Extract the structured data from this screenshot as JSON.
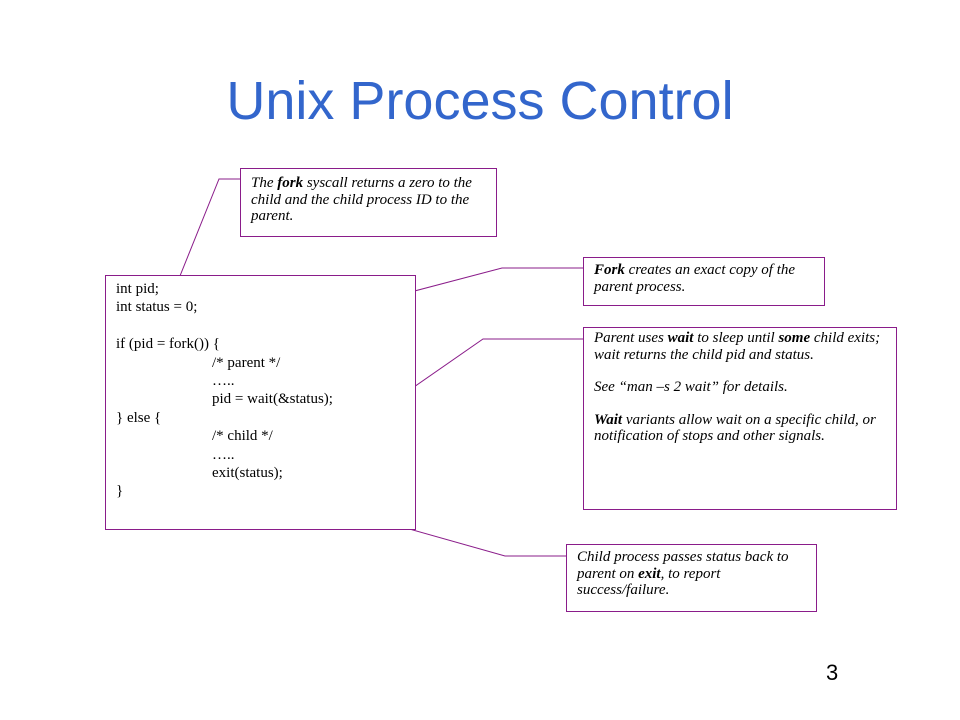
{
  "slide": {
    "title": "Unix Process Control",
    "page_number": "3"
  },
  "code": {
    "lines": [
      "int pid;",
      "int status = 0;",
      "",
      "if (pid = fork()) {",
      "/* parent */",
      "…..",
      "pid = wait(&status);",
      "} else {",
      "/* child */",
      "…..",
      "exit(status);",
      "}"
    ]
  },
  "notes": {
    "fork_return": {
      "pre": "The ",
      "keyword": "fork",
      "post": " syscall returns a zero to the child and the child process ID to the parent."
    },
    "fork_copy": {
      "keyword": "Fork",
      "post": " creates an exact copy of the parent process."
    },
    "wait": {
      "p1_pre": "Parent uses ",
      "p1_kw1": "wait",
      "p1_mid": " to sleep until ",
      "p1_kw2": "some",
      "p1_post": " child exits; wait returns the child pid and status.",
      "p2": "See “man –s 2 wait” for details.",
      "p3_kw": "Wait",
      "p3_post": " variants allow wait on a specific child, or notification of stops and other signals."
    },
    "exit": {
      "pre": "Child process passes status back to parent on ",
      "keyword": "exit",
      "post": ", to report success/failure."
    }
  },
  "colors": {
    "title": "#3366cc",
    "border": "#8a1c8a"
  }
}
